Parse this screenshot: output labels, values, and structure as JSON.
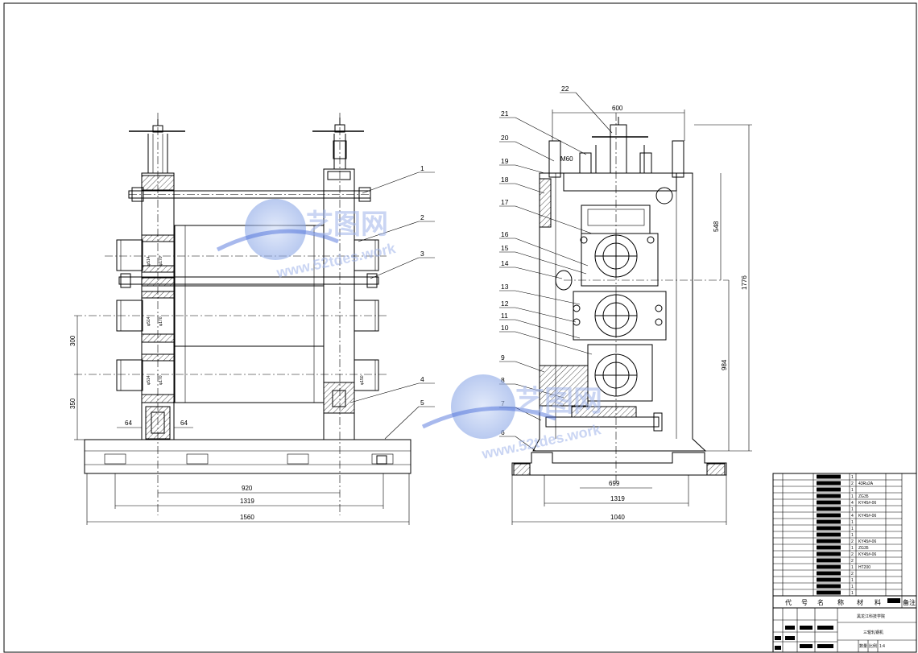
{
  "callouts_left": [
    "1",
    "2",
    "3",
    "4",
    "5"
  ],
  "callouts_right": [
    "22",
    "21",
    "20",
    "19",
    "18",
    "17",
    "16",
    "15",
    "14",
    "13",
    "12",
    "11",
    "10",
    "9",
    "8",
    "7",
    "6"
  ],
  "dims_left": {
    "h300": "300",
    "h350": "350",
    "w64a": "64",
    "w64b": "64",
    "w920": "920",
    "w1319": "1319",
    "w1560": "1560",
    "dia_a1": "φ514",
    "dia_a2": "φ170",
    "dia_b1": "φ514",
    "dia_b2": "φ170",
    "dia_c1": "φ514",
    "dia_c2": "φ170",
    "dia_d": "φ150"
  },
  "dims_right": {
    "w600": "600",
    "m60": "M60",
    "h548": "548",
    "h1776": "1776",
    "h984": "984",
    "w699": "699",
    "w1319": "1319",
    "w1040": "1040"
  },
  "watermark": {
    "cn1": "艺图网",
    "en1": "www.52tdes.work",
    "cn2": "艺图网",
    "en2": "www.52tdes.work"
  },
  "title_block": {
    "headers": [
      "代",
      "号",
      "名",
      "称",
      "材",
      "料",
      "备注"
    ],
    "rows": [
      {
        "qty": "1",
        "mat": ""
      },
      {
        "qty": "2",
        "mat": "43Ru2A"
      },
      {
        "qty": "1",
        "mat": ""
      },
      {
        "qty": "1",
        "mat": "ZG35"
      },
      {
        "qty": "4",
        "mat": "KY45#-06"
      },
      {
        "qty": "1",
        "mat": ""
      },
      {
        "qty": "4",
        "mat": "KY45#-06"
      },
      {
        "qty": "1",
        "mat": ""
      },
      {
        "qty": "1",
        "mat": ""
      },
      {
        "qty": "1",
        "mat": ""
      },
      {
        "qty": "2",
        "mat": "KY45#-06"
      },
      {
        "qty": "1",
        "mat": "ZG35"
      },
      {
        "qty": "2",
        "mat": "KY45#-06"
      },
      {
        "qty": "2",
        "mat": ""
      },
      {
        "qty": "1",
        "mat": "HT200"
      },
      {
        "qty": "2",
        "mat": ""
      },
      {
        "qty": "1",
        "mat": ""
      },
      {
        "qty": "1",
        "mat": ""
      },
      {
        "qty": "1",
        "mat": ""
      }
    ],
    "school": "黑龙江科技学院",
    "drawing_name": "三辊轧钢机",
    "scale": "1:4",
    "labels": [
      "数量",
      "比例"
    ]
  }
}
